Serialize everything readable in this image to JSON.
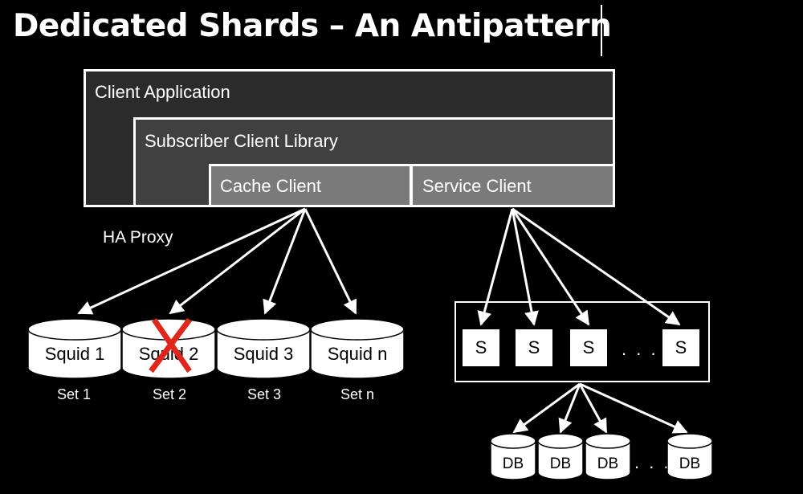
{
  "title": "Dedicated Shards – An Antipattern",
  "layers": {
    "client_application": "Client Application",
    "subscriber_client_library": "Subscriber Client Library",
    "cache_client": "Cache Client",
    "service_client": "Service Client"
  },
  "ha_proxy": "HA Proxy",
  "squids": [
    {
      "name": "Squid 1",
      "set": "Set 1",
      "failed": false
    },
    {
      "name": "Squid 2",
      "set": "Set 2",
      "failed": true
    },
    {
      "name": "Squid 3",
      "set": "Set 3",
      "failed": false
    },
    {
      "name": "Squid n",
      "set": "Set n",
      "failed": false
    }
  ],
  "services": [
    "S",
    "S",
    "S",
    "S"
  ],
  "service_dots": ". . .",
  "databases": [
    "DB",
    "DB",
    "DB",
    "DB"
  ],
  "db_dots": ". . .",
  "colors": {
    "background": "#000000",
    "failure_mark": "#e0261b"
  }
}
